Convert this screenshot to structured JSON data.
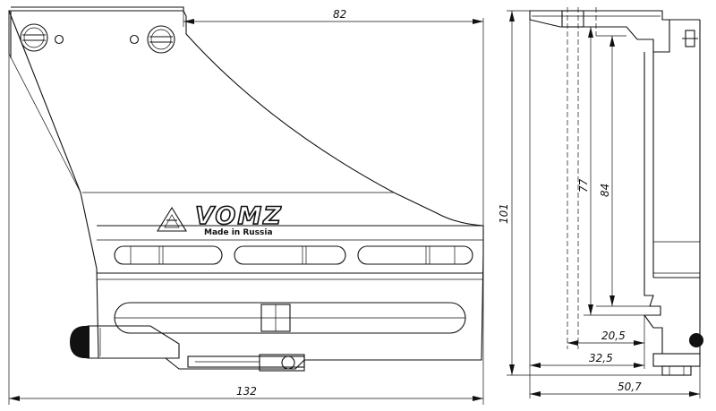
{
  "drawing": {
    "brand_text": "VOMZ",
    "brand_tagline": "Made in Russia",
    "dimensions": {
      "overall_length": "132",
      "top_length": "82",
      "overall_height": "101",
      "height_84": "84",
      "height_77": "77",
      "width_20_5": "20,5",
      "width_32_5": "32,5",
      "width_50_7": "50,7"
    }
  }
}
